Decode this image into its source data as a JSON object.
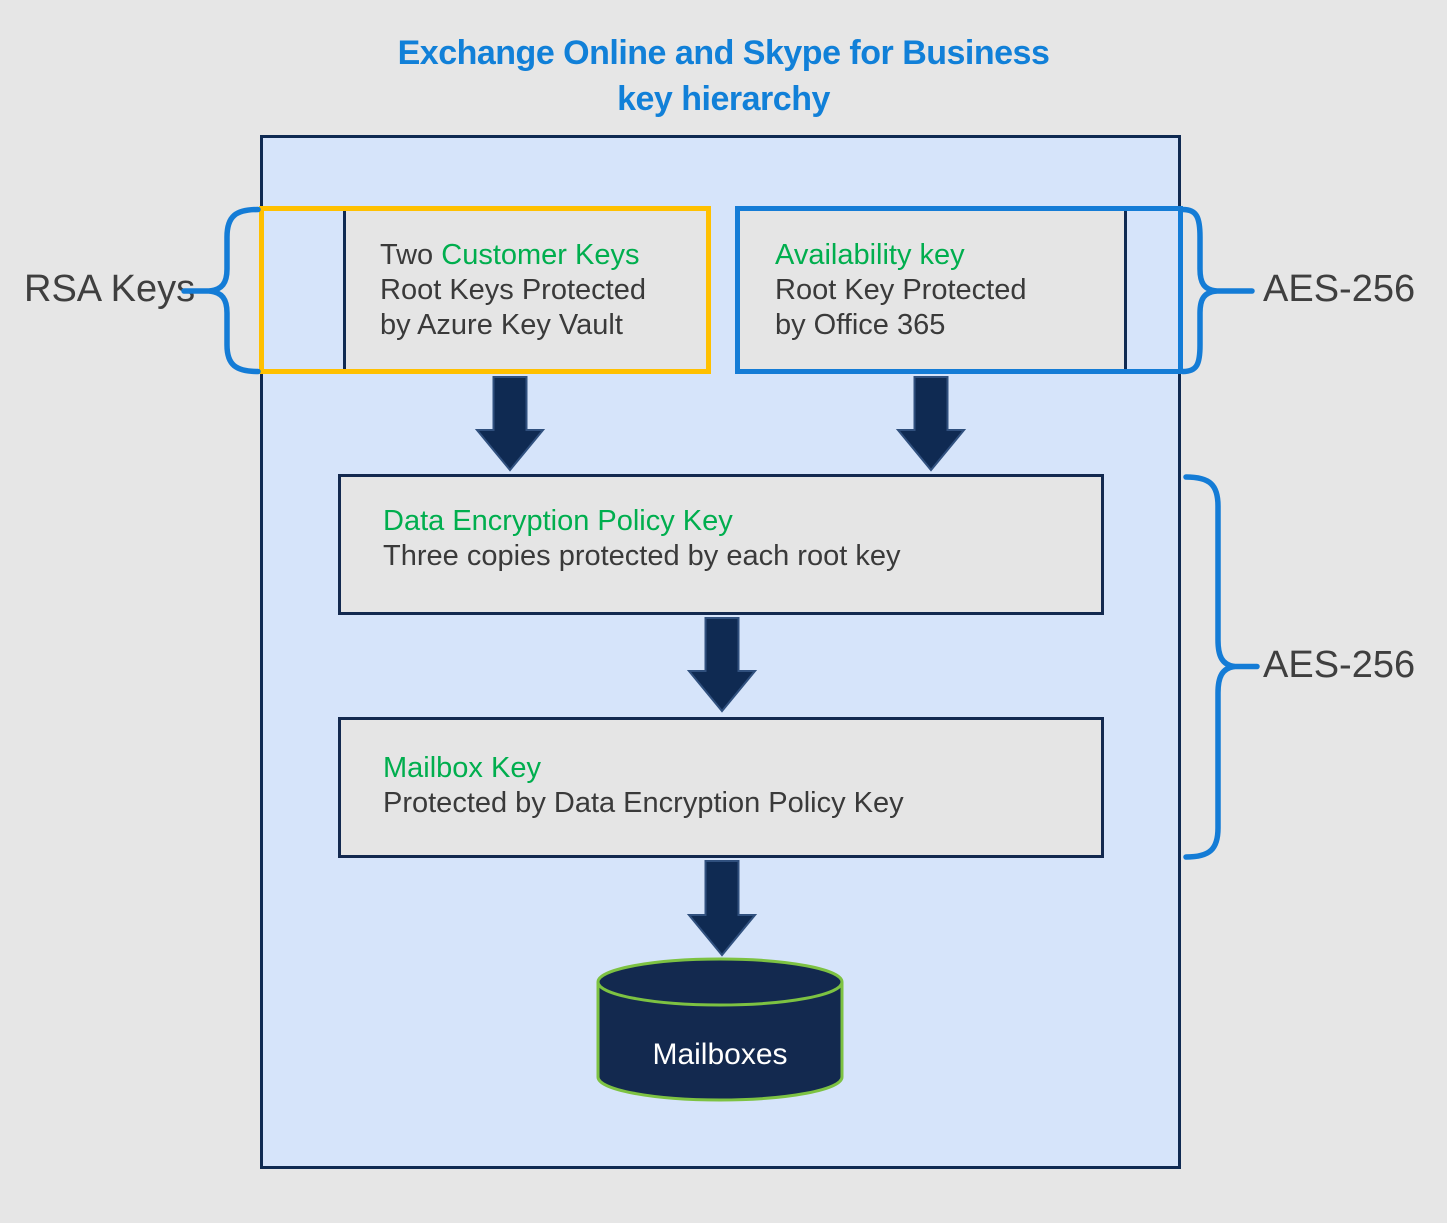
{
  "title": {
    "line1": "Exchange Online and Skype for Business",
    "line2": "key hierarchy"
  },
  "side_labels": {
    "rsa": "RSA Keys",
    "aes_top": "AES-256",
    "aes_bottom": "AES-256"
  },
  "boxes": {
    "customer_keys": {
      "line1_prefix": "Two ",
      "line1_highlight": "Customer Keys",
      "line2": "Root Keys Protected",
      "line3": "by Azure Key Vault"
    },
    "availability_key": {
      "line1_highlight": "Availability key",
      "line2": "Root Key Protected",
      "line3": "by Office 365"
    },
    "dep_key": {
      "line1_highlight": "Data Encryption Policy Key",
      "line2": "Three copies protected by each root key"
    },
    "mailbox_key": {
      "line1_highlight": "Mailbox Key",
      "line2": "Protected by Data Encryption Policy Key"
    }
  },
  "database": {
    "label": "Mailboxes"
  },
  "colors": {
    "title_blue": "#1180d8",
    "brace_blue": "#147cd6",
    "box_border_blue": "#147cd6",
    "box_border_orange": "#ffc000",
    "navy": "#0f2a52",
    "highlight_green": "#00ae4e",
    "cylinder_outline_green": "#7dc242",
    "container_fill": "#d6e4fa",
    "page_background": "#e6e6e6",
    "box_fill": "#e5e5e5",
    "text_dark": "#3a3a3a"
  }
}
